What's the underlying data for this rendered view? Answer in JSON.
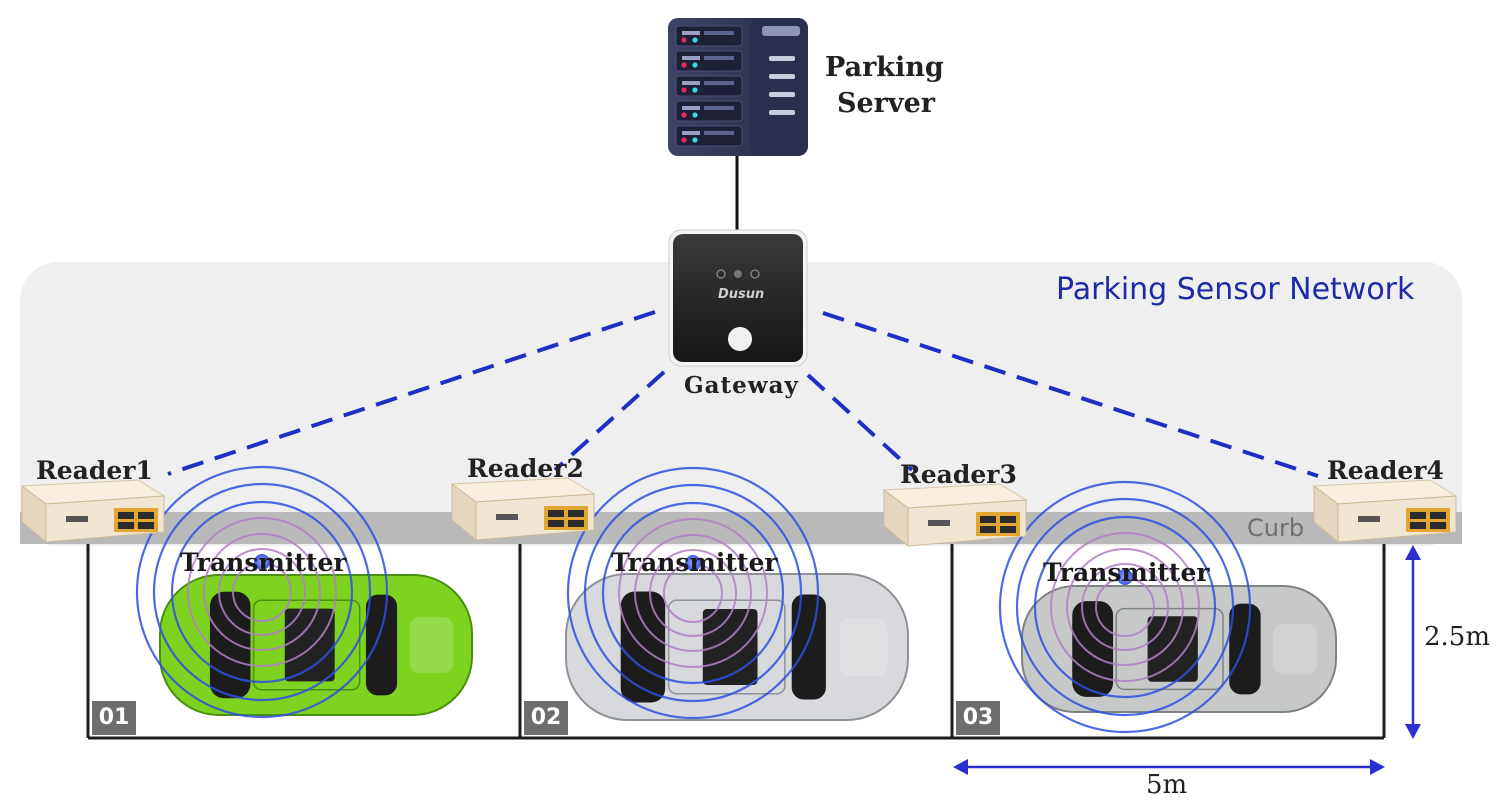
{
  "server": {
    "line1": "Parking",
    "line2": "Server"
  },
  "gateway": {
    "label": "Gateway",
    "brand": "Dusun"
  },
  "network": {
    "label": "Parking Sensor Network"
  },
  "curb": {
    "label": "Curb"
  },
  "readers": [
    "Reader1",
    "Reader2",
    "Reader3",
    "Reader4"
  ],
  "transmitters": [
    "Transmitter",
    "Transmitter",
    "Transmitter"
  ],
  "slots": [
    "01",
    "02",
    "03"
  ],
  "dimensions": {
    "depth": "2.5m",
    "width": "5m"
  },
  "colors": {
    "link": "#1f2fc4",
    "zone": "#efefef",
    "curb": "#b9b9b9",
    "ring_outer": "#2f4fe0",
    "ring_inner": "#b07fc6",
    "car_1": "#7ed321",
    "car_2": "#d7d9dc",
    "car_3": "#c7c9c9",
    "reader_body": "#f1e6d2",
    "reader_port": "#e3a534"
  }
}
